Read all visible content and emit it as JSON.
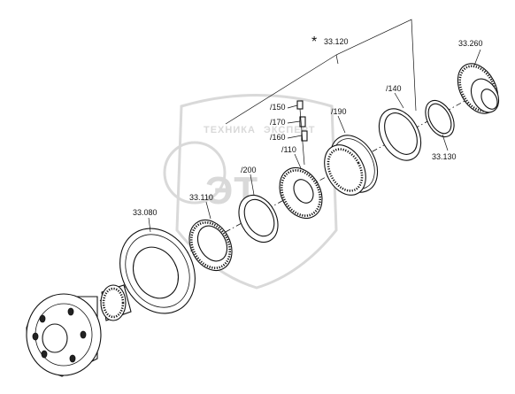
{
  "watermark": {
    "line1": "ТЕХНИКА",
    "line2": "ЭКСПЕРТ",
    "letters": "ЭТ"
  },
  "labels": {
    "assembly": "33.120",
    "asterisk": "*",
    "p260": "33.260",
    "p140": "/140",
    "p190": "/190",
    "p150": "/150",
    "p170": "/170",
    "p160": "/160",
    "p110": "/110",
    "p130": "33.130",
    "p200": "/200",
    "p33110": "33.110",
    "p080": "33.080"
  }
}
